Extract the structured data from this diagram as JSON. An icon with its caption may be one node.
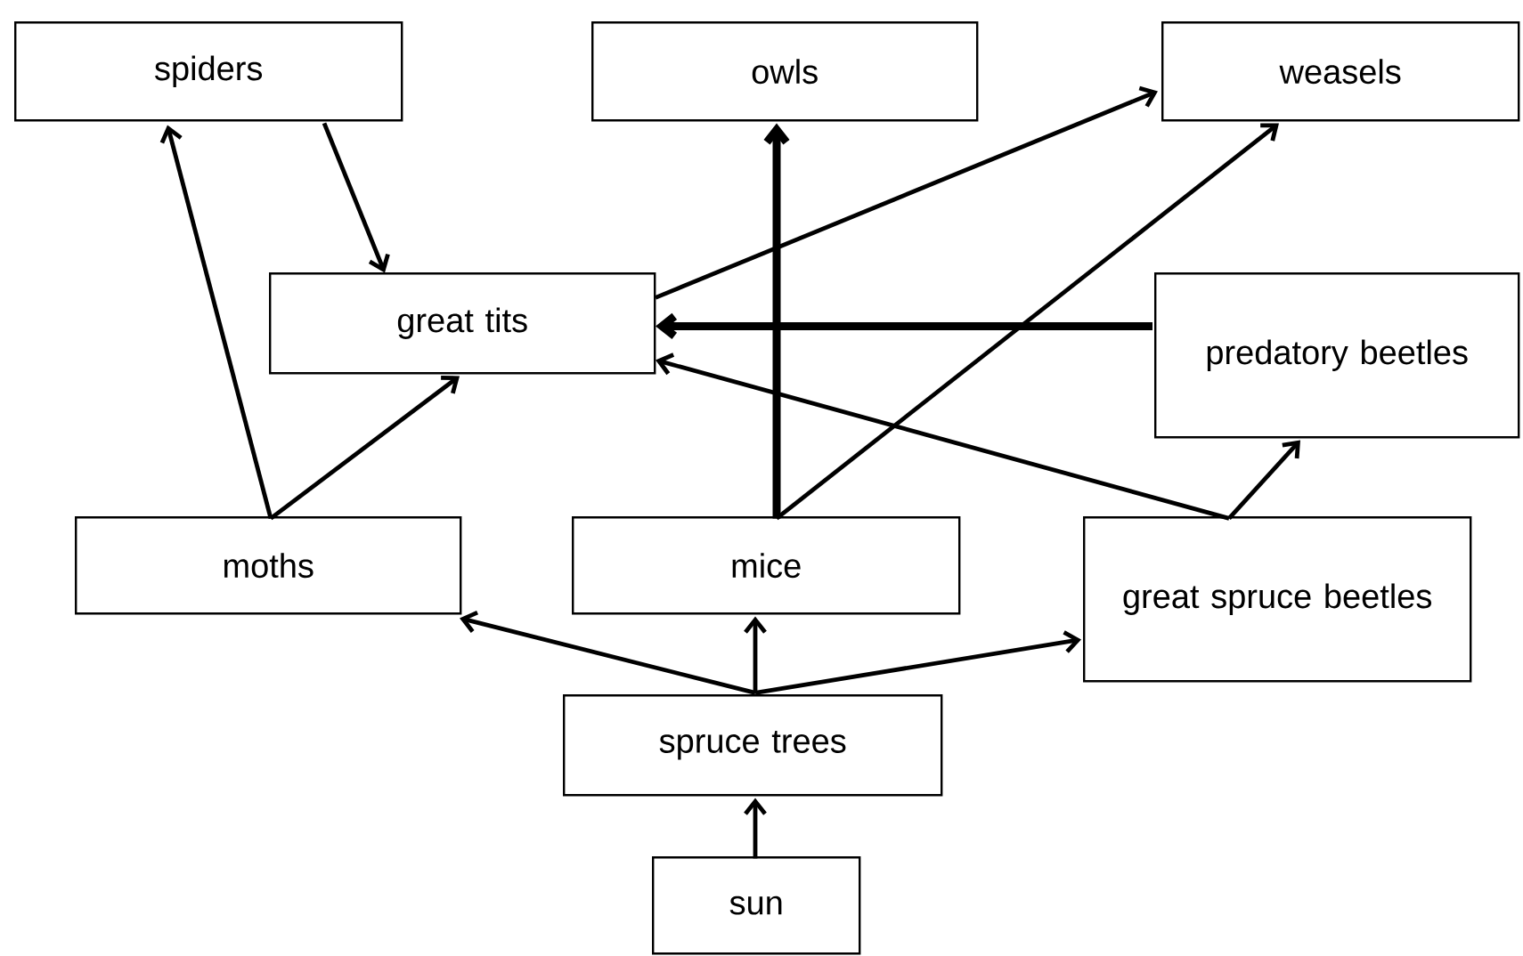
{
  "diagram": {
    "nodes": [
      {
        "text": [
          "spiders"
        ]
      },
      {
        "text": [
          "owls"
        ]
      },
      {
        "text": [
          "weasels"
        ]
      },
      {
        "text": [
          "great tits"
        ]
      },
      {
        "text": [
          "predatory beetles"
        ]
      },
      {
        "text": [
          "moths"
        ]
      },
      {
        "text": [
          "mice"
        ]
      },
      {
        "text": [
          "great spruce beetles"
        ]
      },
      {
        "text": [
          "spruce trees"
        ]
      },
      {
        "text": [
          "sun"
        ]
      }
    ],
    "edges": [
      {
        "from": 9,
        "to": 8,
        "arrow": "to"
      },
      {
        "from": 8,
        "to": 5,
        "arrow": "to"
      },
      {
        "from": 8,
        "to": 6,
        "arrow": "to"
      },
      {
        "from": 8,
        "to": 7,
        "arrow": "to"
      },
      {
        "from": 5,
        "to": 0,
        "arrow": "to"
      },
      {
        "from": 5,
        "to": 3,
        "arrow": "to"
      },
      {
        "from": 0,
        "to": 3,
        "arrow": "to"
      },
      {
        "from": 3,
        "to": 2,
        "arrow": "to"
      },
      {
        "from": 6,
        "to": 1,
        "arrow": "to",
        "style": "thick"
      },
      {
        "from": 6,
        "to": 2,
        "arrow": "to"
      },
      {
        "from": 4,
        "to": 3,
        "arrow": "to",
        "style": "thick"
      },
      {
        "from": 7,
        "to": 3,
        "arrow": "to"
      },
      {
        "from": 7,
        "to": 4,
        "arrow": "to"
      }
    ]
  }
}
